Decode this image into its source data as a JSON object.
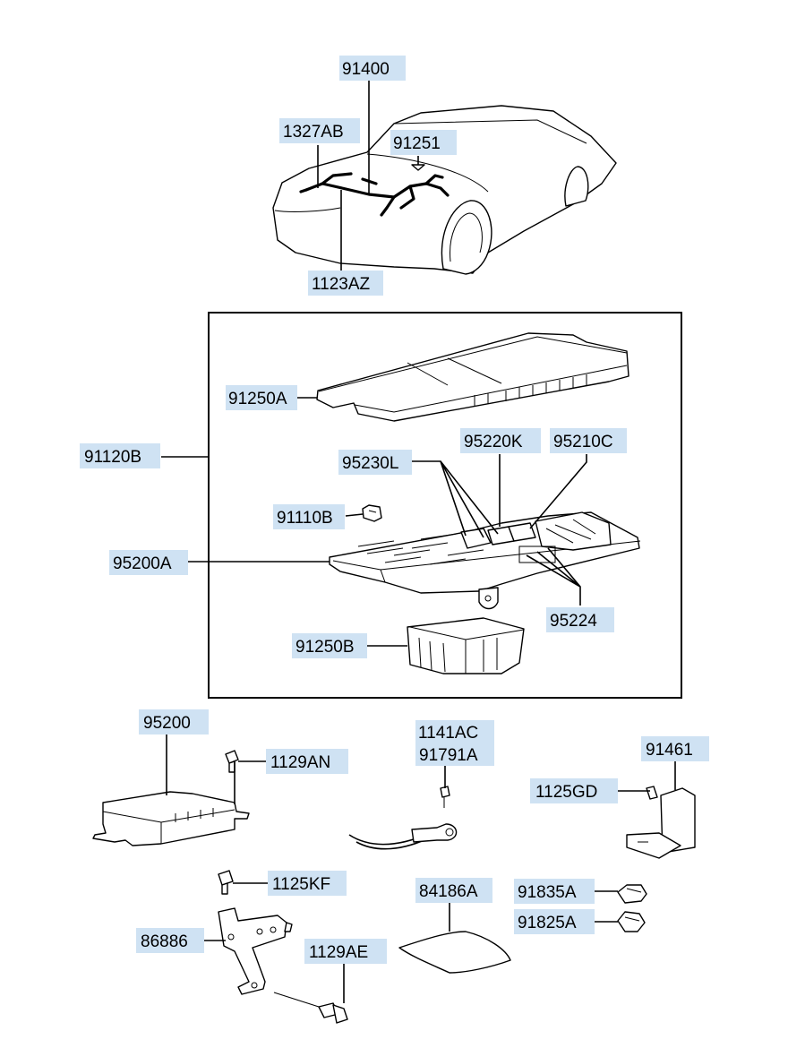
{
  "diagram": {
    "labels": {
      "l91400": "91400",
      "l1327AB": "1327AB",
      "l91251": "91251",
      "l1123AZ": "1123AZ",
      "l91250A": "91250A",
      "l91120B": "91120B",
      "l95220K": "95220K",
      "l95210C": "95210C",
      "l95230L": "95230L",
      "l91110B": "91110B",
      "l95200A": "95200A",
      "l95224": "95224",
      "l91250B": "91250B",
      "l95200": "95200",
      "l1129AN": "1129AN",
      "l1141AC": "1141AC",
      "l91791A": "91791A",
      "l91461": "91461",
      "l1125GD": "1125GD",
      "l1125KF": "1125KF",
      "l84186A": "84186A",
      "l91835A": "91835A",
      "l86886": "86886",
      "l91825A": "91825A",
      "l1129AE": "1129AE"
    },
    "colors": {
      "label_bg": "#cfe2f3",
      "line": "#000000",
      "background": "#ffffff"
    }
  }
}
